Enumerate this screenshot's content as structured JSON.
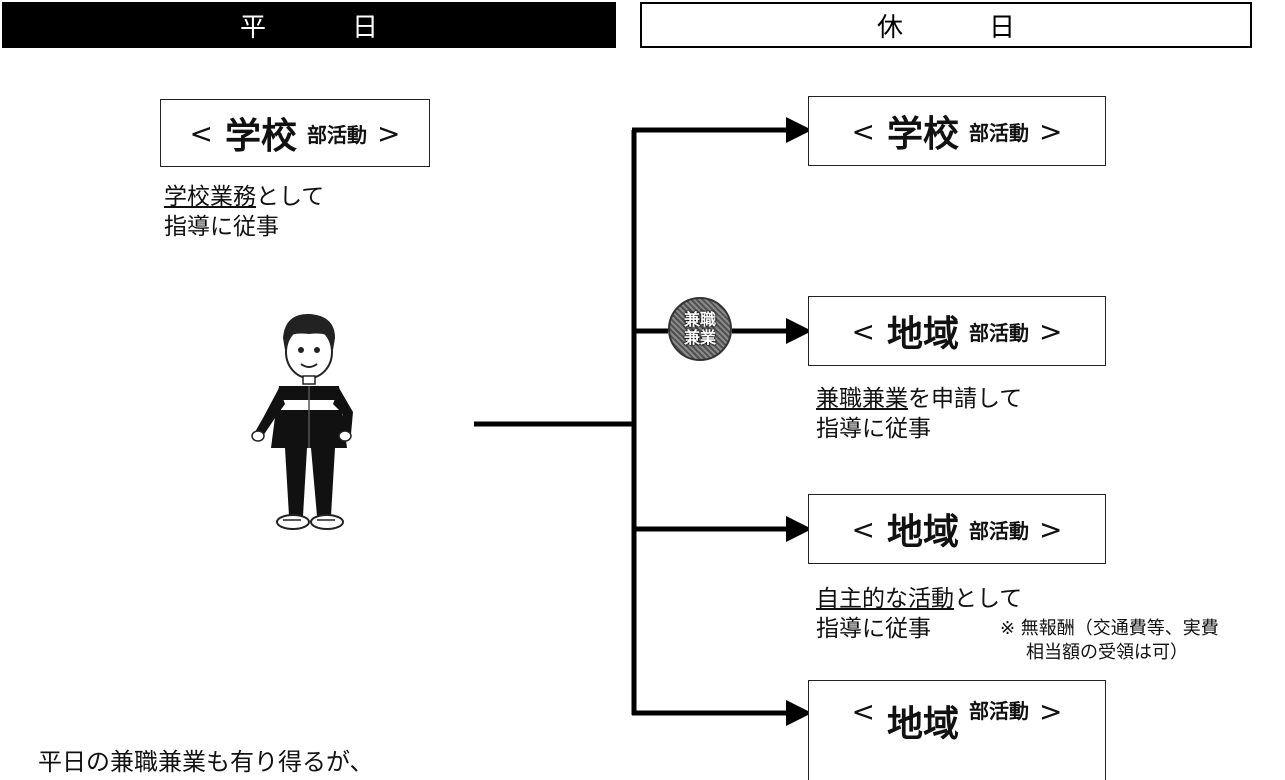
{
  "header": {
    "weekday": "平　日",
    "holiday": "休　日"
  },
  "weekday": {
    "box": {
      "open": "<",
      "big": "学校",
      "small": "部活動",
      "close": ">"
    },
    "desc": {
      "underlined": "学校業務",
      "rest1": "として",
      "line2": "指導に従事"
    }
  },
  "holiday": {
    "school": {
      "open": "<",
      "big": "学校",
      "small": "部活動",
      "close": ">"
    },
    "regional_side_job": {
      "open": "<",
      "big": "地域",
      "small": "部活動",
      "close": ">",
      "badge_line1": "兼職",
      "badge_line2": "兼業",
      "desc_underlined": "兼職兼業",
      "desc_rest1": "を申請して",
      "desc_line2": "指導に従事"
    },
    "regional_voluntary": {
      "open": "<",
      "big": "地域",
      "small": "部活動",
      "close": ">",
      "desc_underlined": "自主的な活動",
      "desc_rest1": "として",
      "desc_line2": "指導に従事",
      "note_line1": "※ 無報酬（交通費等、実費",
      "note_line2": "相当額の受領は可）"
    },
    "regional_bottom": {
      "open": "<",
      "big": "地域",
      "small": "部活動",
      "close": ">"
    }
  },
  "bottom_note": "平日の兼職兼業も有り得るが、"
}
